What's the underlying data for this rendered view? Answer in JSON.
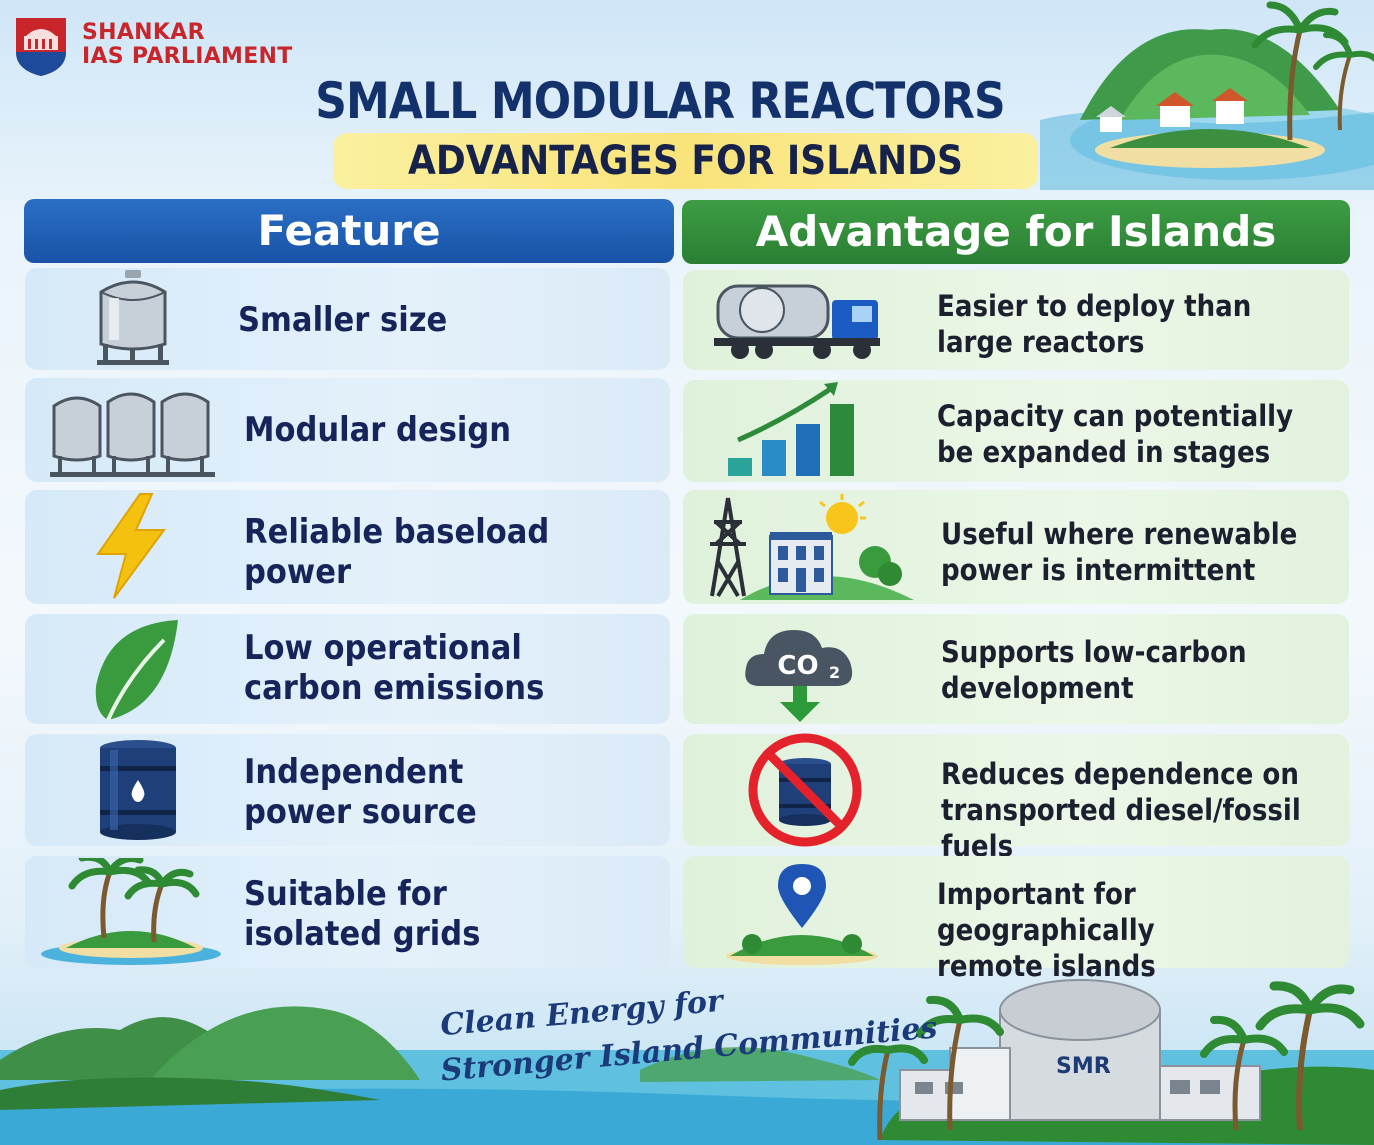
{
  "brand": {
    "line1": "SHANKAR",
    "line2": "IAS PARLIAMENT"
  },
  "title": "SMALL MODULAR REACTORS (SMRs)",
  "subtitle": "ADVANTAGES FOR ISLANDS",
  "table": {
    "headers": {
      "feature": "Feature",
      "advantage": "Advantage for Islands"
    },
    "rows": [
      {
        "feature": [
          "Smaller size"
        ],
        "advantage": [
          "Easier to deploy than",
          "large reactors"
        ],
        "feature_icon": "storage-tank-icon",
        "advantage_icon": "truck-icon"
      },
      {
        "feature": [
          "Modular design"
        ],
        "advantage": [
          "Capacity can potentially",
          "be expanded in stages"
        ],
        "feature_icon": "three-tanks-icon",
        "advantage_icon": "growth-chart-icon"
      },
      {
        "feature": [
          "Reliable baseload",
          "power"
        ],
        "advantage": [
          "Useful where renewable",
          "power is intermittent"
        ],
        "feature_icon": "lightning-bolt-icon",
        "advantage_icon": "power-tower-building-icon"
      },
      {
        "feature": [
          "Low operational",
          "carbon emissions"
        ],
        "advantage": [
          "Supports low-carbon",
          "development"
        ],
        "feature_icon": "leaf-icon",
        "advantage_icon": "co2-cloud-icon"
      },
      {
        "feature": [
          "Independent",
          "power source"
        ],
        "advantage": [
          "Reduces dependence on",
          "transported diesel/fossil fuels"
        ],
        "feature_icon": "oil-barrel-icon",
        "advantage_icon": "no-fuel-barrel-icon"
      },
      {
        "feature": [
          "Suitable for",
          "isolated grids"
        ],
        "advantage": [
          "Important for geographically",
          "remote islands"
        ],
        "feature_icon": "palm-island-icon",
        "advantage_icon": "location-pin-island-icon"
      }
    ]
  },
  "tagline": {
    "line1": "Clean Energy for",
    "line2": "Stronger Island Communities"
  },
  "smr_label": "SMR",
  "colors": {
    "title": "#13326b",
    "feature_header": "#1953a8",
    "advantage_header": "#2a7f33",
    "brand": "#c8262b",
    "highlight": "#f9e37a"
  }
}
